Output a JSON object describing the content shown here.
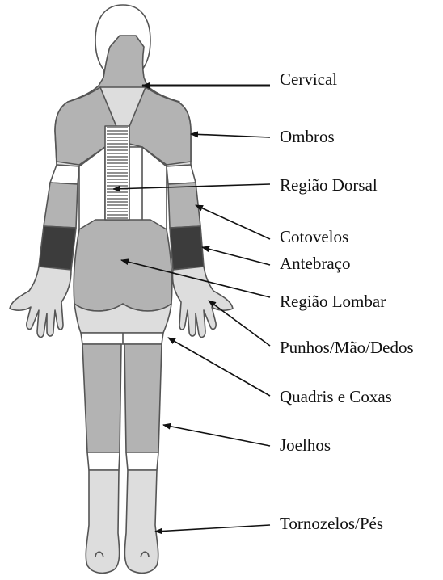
{
  "colors": {
    "outline": "#555555",
    "light": "#dddddd",
    "medium": "#b3b3b3",
    "dark": "#3c3c3c",
    "white": "#ffffff",
    "arrow": "#111111"
  },
  "labels": [
    {
      "id": "cervical",
      "text": "Cervical"
    },
    {
      "id": "ombros",
      "text": "Ombros"
    },
    {
      "id": "regiao-dorsal",
      "text": "Região Dorsal"
    },
    {
      "id": "cotovelos",
      "text": "Cotovelos"
    },
    {
      "id": "antebraco",
      "text": "Antebraço"
    },
    {
      "id": "regiao-lombar",
      "text": "Região Lombar"
    },
    {
      "id": "punhos-mao-dedos",
      "text": "Punhos/Mão/Dedos"
    },
    {
      "id": "quadris-coxas",
      "text": "Quadris e Coxas"
    },
    {
      "id": "joelhos",
      "text": "Joelhos"
    },
    {
      "id": "tornozelos-pes",
      "text": "Tornozelos/Pés"
    }
  ]
}
